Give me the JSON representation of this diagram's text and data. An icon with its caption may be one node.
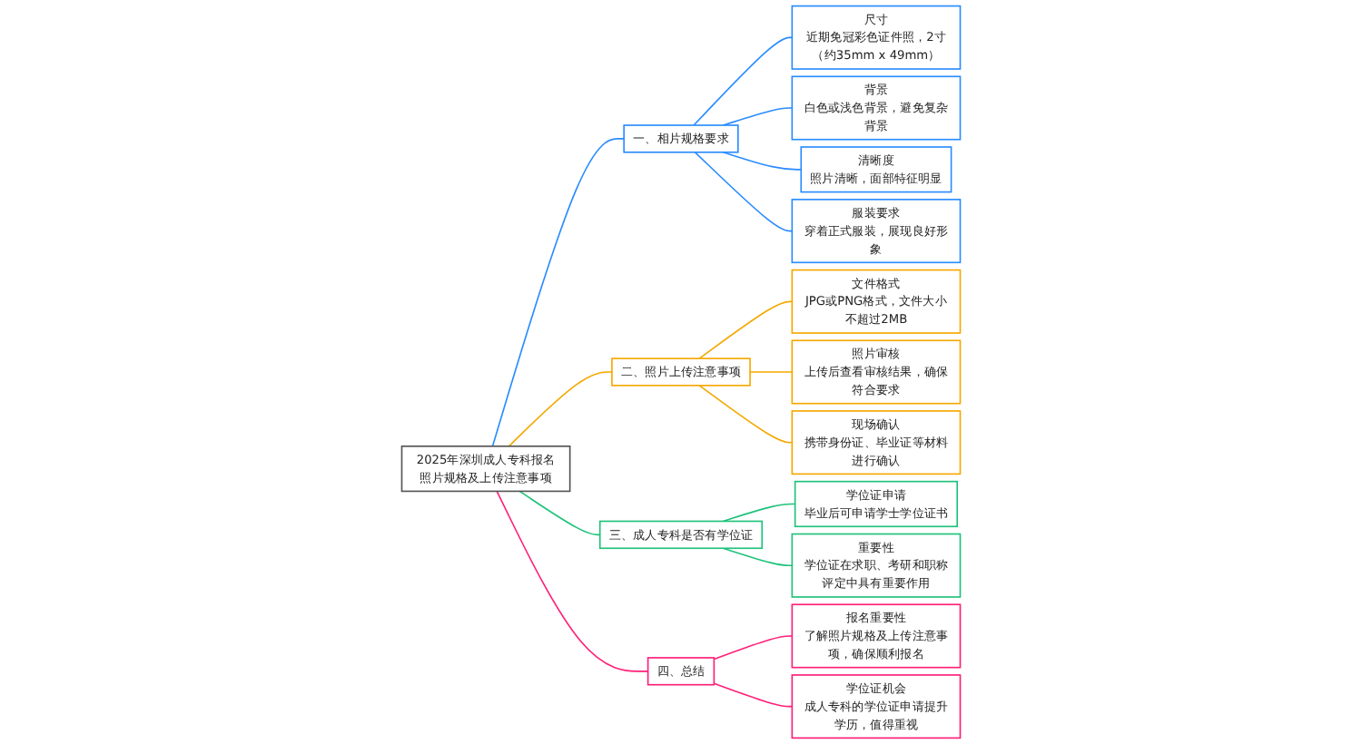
{
  "diagram": {
    "nodes": [
      {
        "text": [
          "2025年深圳成人专科报名照片规格及上传注意事项"
        ]
      },
      {
        "text": [
          "一、相片规格要求"
        ]
      },
      {
        "text": [
          "尺寸",
          "近期免冠彩色证件照，2寸（约35mm x 49mm）"
        ]
      },
      {
        "text": [
          "背景",
          "白色或浅色背景，避免复杂背景"
        ]
      },
      {
        "text": [
          "清晰度",
          "照片清晰，面部特征明显"
        ]
      },
      {
        "text": [
          "服装要求",
          "穿着正式服装，展现良好形象"
        ]
      },
      {
        "text": [
          "二、照片上传注意事项"
        ]
      },
      {
        "text": [
          "文件格式",
          "JPG或PNG格式，文件大小不超过2MB"
        ]
      },
      {
        "text": [
          "照片审核",
          "上传后查看审核结果，确保符合要求"
        ]
      },
      {
        "text": [
          "现场确认",
          "携带身份证、毕业证等材料进行确认"
        ]
      },
      {
        "text": [
          "三、成人专科是否有学位证"
        ]
      },
      {
        "text": [
          "学位证申请",
          "毕业后可申请学士学位证书"
        ]
      },
      {
        "text": [
          "重要性",
          "学位证在求职、考研和职称评定中具有重要作用"
        ]
      },
      {
        "text": [
          "四、总结"
        ]
      },
      {
        "text": [
          "报名重要性",
          "了解照片规格及上传注意事项，确保顺利报名"
        ]
      },
      {
        "text": [
          "学位证机会",
          "成人专科的学位证申请提升学历，值得重视"
        ]
      }
    ],
    "edges": [
      {
        "from": 0,
        "to": 1,
        "arrow": "none",
        "color": "#2b8cff"
      },
      {
        "from": 1,
        "to": 2,
        "arrow": "none",
        "color": "#2b8cff"
      },
      {
        "from": 1,
        "to": 3,
        "arrow": "none",
        "color": "#2b8cff"
      },
      {
        "from": 1,
        "to": 4,
        "arrow": "none",
        "color": "#2b8cff"
      },
      {
        "from": 1,
        "to": 5,
        "arrow": "none",
        "color": "#2b8cff"
      },
      {
        "from": 0,
        "to": 6,
        "arrow": "none",
        "color": "#f5a800"
      },
      {
        "from": 6,
        "to": 7,
        "arrow": "none",
        "color": "#f5a800"
      },
      {
        "from": 6,
        "to": 8,
        "arrow": "none",
        "color": "#f5a800"
      },
      {
        "from": 6,
        "to": 9,
        "arrow": "none",
        "color": "#f5a800"
      },
      {
        "from": 0,
        "to": 10,
        "arrow": "none",
        "color": "#1fc27a"
      },
      {
        "from": 10,
        "to": 11,
        "arrow": "none",
        "color": "#1fc27a"
      },
      {
        "from": 10,
        "to": 12,
        "arrow": "none",
        "color": "#1fc27a"
      },
      {
        "from": 0,
        "to": 13,
        "arrow": "none",
        "color": "#ff1f78"
      },
      {
        "from": 13,
        "to": 14,
        "arrow": "none",
        "color": "#ff1f78"
      },
      {
        "from": 13,
        "to": 15,
        "arrow": "none",
        "color": "#ff1f78"
      }
    ]
  }
}
